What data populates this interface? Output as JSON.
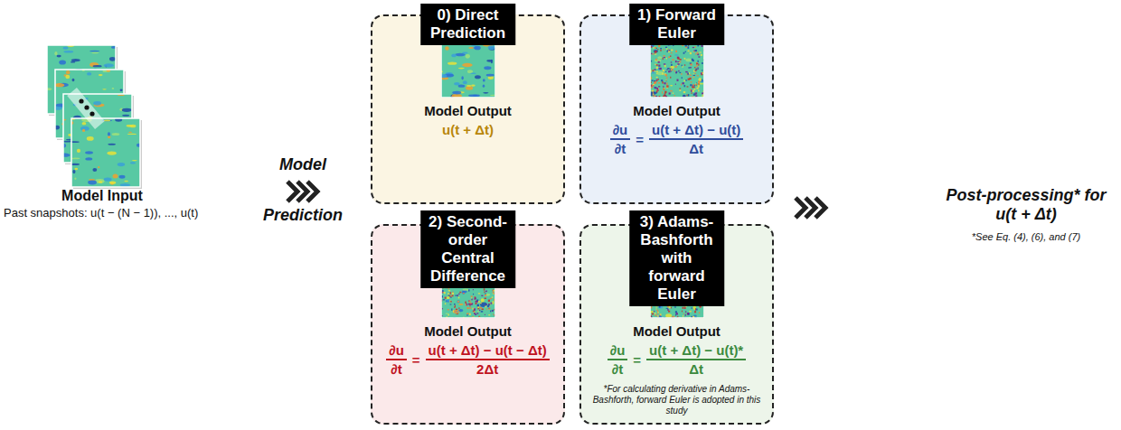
{
  "diagram": {
    "nodes": [
      {
        "text": [
          "0) Direct Prediction",
          "Model Output",
          "u(t + Δt)"
        ]
      },
      {
        "text": [
          "1) Forward Euler",
          "Model Output",
          "∂u",
          "∂t",
          "=",
          "u(t + Δt) − u(t)",
          "Δt"
        ]
      },
      {
        "text": [
          "2) Second-order Central Difference",
          "Model Output",
          "∂u",
          "∂t",
          "=",
          "u(t + Δt) − u(t − Δt)",
          "2Δt"
        ]
      },
      {
        "text": [
          "3) Adams-Bashforth with forward Euler",
          "Model Output",
          "∂u",
          "∂t",
          "=",
          "u(t + Δt) − u(t)*",
          "Δt",
          "*For calculating derivative in Adams-Bashforth, forward Euler is adopted in this study"
        ]
      }
    ],
    "labels": [
      "Model Input",
      "Past snapshots: u(t − (N − 1)), ..., u(t)",
      "Model",
      "Prediction",
      "Post-processing* for u(t + Δt)",
      "*See Eq. (4), (6), and (7)"
    ]
  }
}
